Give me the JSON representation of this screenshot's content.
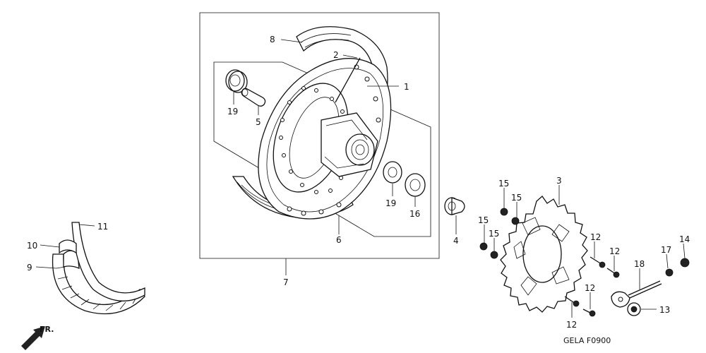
{
  "diagram": {
    "code": "GELA F0900",
    "direction_label": "FR.",
    "callouts": [
      {
        "id": "c1",
        "label": "1"
      },
      {
        "id": "c2",
        "label": "2"
      },
      {
        "id": "c3",
        "label": "3"
      },
      {
        "id": "c4",
        "label": "4"
      },
      {
        "id": "c5",
        "label": "5"
      },
      {
        "id": "c6",
        "label": "6"
      },
      {
        "id": "c7",
        "label": "7"
      },
      {
        "id": "c8",
        "label": "8"
      },
      {
        "id": "c9",
        "label": "9"
      },
      {
        "id": "c10",
        "label": "10"
      },
      {
        "id": "c11",
        "label": "11"
      },
      {
        "id": "c12a",
        "label": "12"
      },
      {
        "id": "c12b",
        "label": "12"
      },
      {
        "id": "c12c",
        "label": "12"
      },
      {
        "id": "c12d",
        "label": "12"
      },
      {
        "id": "c13",
        "label": "13"
      },
      {
        "id": "c14",
        "label": "14"
      },
      {
        "id": "c15a",
        "label": "15"
      },
      {
        "id": "c15b",
        "label": "15"
      },
      {
        "id": "c15c",
        "label": "15"
      },
      {
        "id": "c15d",
        "label": "15"
      },
      {
        "id": "c16",
        "label": "16"
      },
      {
        "id": "c17",
        "label": "17"
      },
      {
        "id": "c18",
        "label": "18"
      },
      {
        "id": "c19a",
        "label": "19"
      },
      {
        "id": "c19b",
        "label": "19"
      }
    ]
  }
}
